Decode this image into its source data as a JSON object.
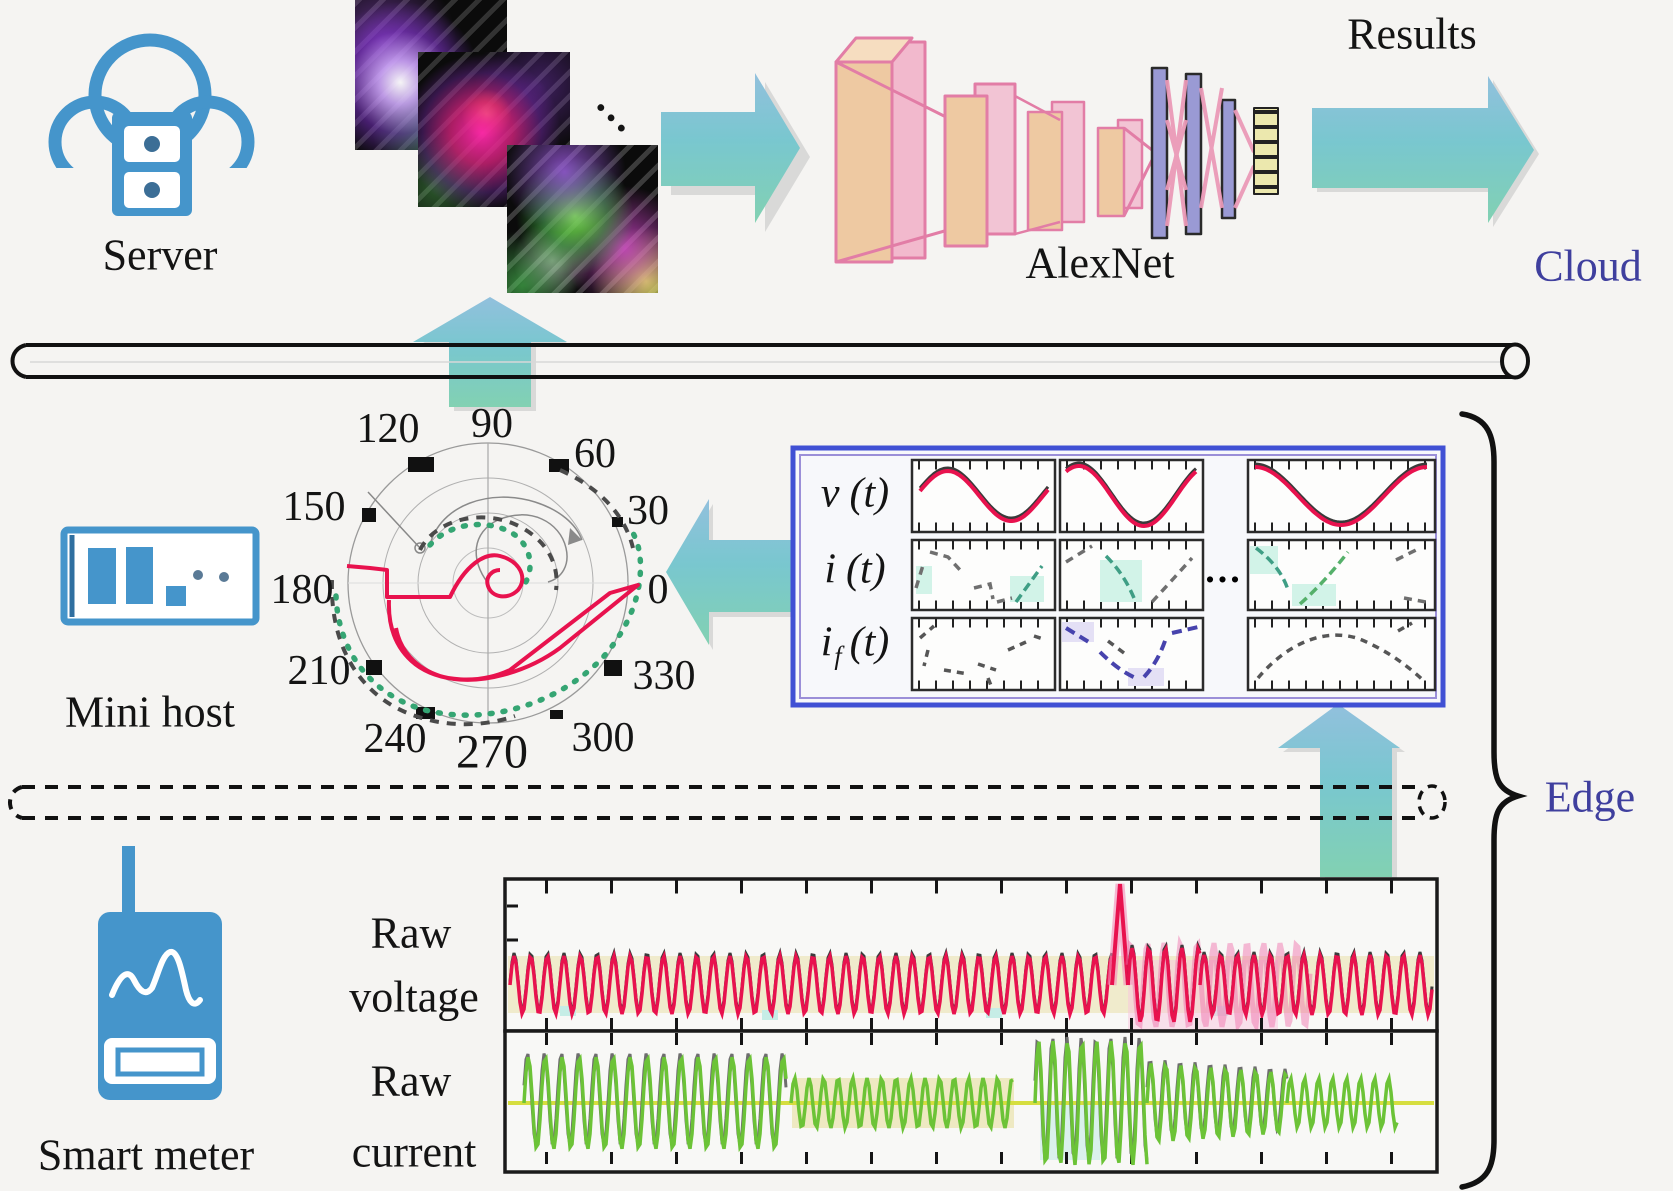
{
  "cloud_tier": {
    "server_label": "Server",
    "alexnet_label": "AlexNet",
    "results_label": "Results",
    "cloud_label": "Cloud",
    "tiles_ellipsis": "..."
  },
  "edge_tier": {
    "mini_host_label": "Mini host",
    "edge_label": "Edge",
    "panel": {
      "ellipsis": "...",
      "rows": [
        {
          "sym": "v",
          "sub": "",
          "arg": "(t)"
        },
        {
          "sym": "i",
          "sub": "",
          "arg": "(t)"
        },
        {
          "sym": "i",
          "sub": "f",
          "arg": "(t)"
        }
      ]
    },
    "polar_angle_labels": [
      "90",
      "120",
      "60",
      "150",
      "30",
      "180",
      "0",
      "210",
      "330",
      "240",
      "270",
      "300"
    ]
  },
  "meter_tier": {
    "smart_meter_label": "Smart meter",
    "raw_voltage_lines": [
      "Raw",
      "voltage"
    ],
    "raw_current_lines": [
      "Raw",
      "current"
    ]
  },
  "colors": {
    "icon_blue": "#4595cb",
    "arrow_teal": "#79c7cf",
    "deep_blue_text": "#3f3f9e",
    "voltage_red": "#e8124e",
    "current_green": "#6cc337",
    "baseline_yellow": "#d6de3f",
    "panel_border_blue": "#4050d4"
  }
}
